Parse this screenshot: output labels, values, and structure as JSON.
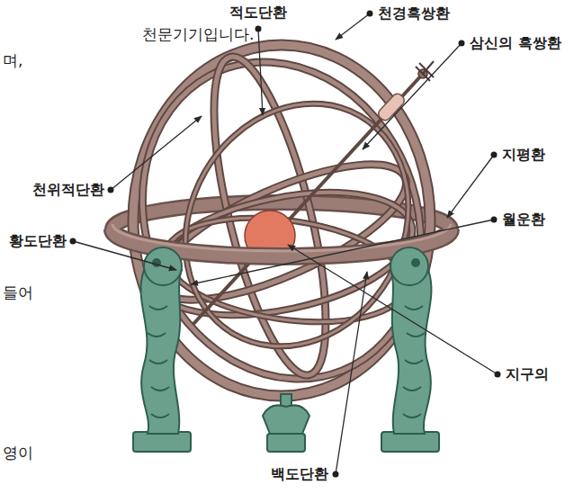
{
  "diagram": {
    "labels": [
      "적도단환",
      "천경흑쌍환",
      "천문기기입니다.",
      "삼신의 흑쌍환",
      "며,",
      "지평환",
      "천위적단환",
      "월운환",
      "황도단환",
      "들어",
      "지구의",
      "영이",
      "백도단환"
    ]
  }
}
